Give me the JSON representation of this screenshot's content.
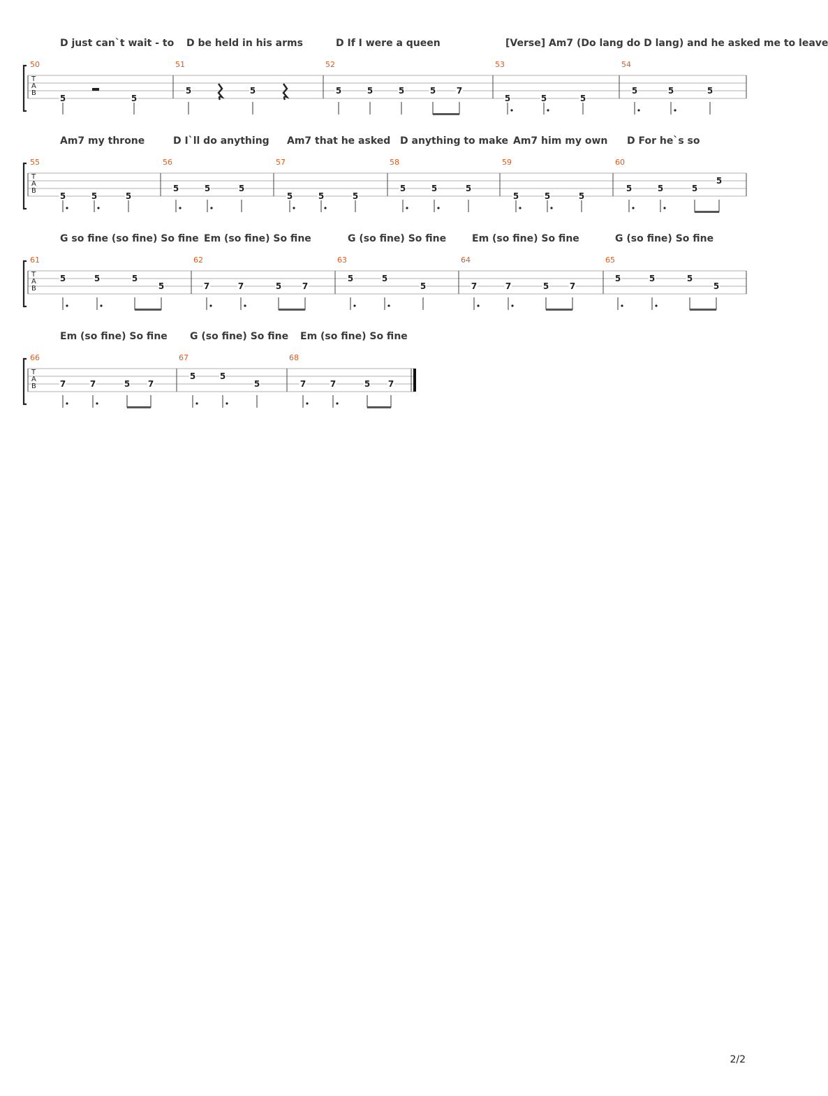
{
  "page": {
    "page_number": "2/2"
  },
  "systems": [
    {
      "lyrics": [
        "D just can`t wait - to",
        "D be held in his arms",
        "D If I were a queen",
        "[Verse] Am7 (Do  lang do D lang) and he asked me to leave"
      ],
      "measures": [
        {
          "number": "50",
          "notes": [
            {
              "fret": "5",
              "string": 3,
              "dot": false
            },
            {
              "rest": "half",
              "string": 2
            },
            {
              "fret": "5",
              "string": 3,
              "dot": false
            }
          ]
        },
        {
          "number": "51",
          "notes": [
            {
              "fret": "5",
              "string": 2,
              "dot": false
            },
            {
              "rest": "quarter",
              "string": 2
            },
            {
              "fret": "5",
              "string": 2,
              "dot": false
            },
            {
              "rest": "quarter",
              "string": 2
            }
          ]
        },
        {
          "number": "52",
          "notes": [
            {
              "fret": "5",
              "string": 2
            },
            {
              "fret": "5",
              "string": 2
            },
            {
              "fret": "5",
              "string": 2
            },
            {
              "fret": "5",
              "string": 2,
              "beam": "start"
            },
            {
              "fret": "7",
              "string": 2,
              "beam": "end"
            }
          ]
        },
        {
          "number": "53",
          "notes": [
            {
              "fret": "5",
              "string": 3,
              "dot": true
            },
            {
              "fret": "5",
              "string": 3,
              "dot": true
            },
            {
              "fret": "5",
              "string": 3
            }
          ]
        },
        {
          "number": "54",
          "notes": [
            {
              "fret": "5",
              "string": 2,
              "dot": true
            },
            {
              "fret": "5",
              "string": 2,
              "dot": true
            },
            {
              "fret": "5",
              "string": 2
            }
          ]
        }
      ]
    },
    {
      "lyrics": [
        "Am7 my throne",
        "D I`ll do anything",
        "Am7 that he asked",
        "D anything to make",
        "Am7 him my own",
        "D For he`s so"
      ],
      "measures": [
        {
          "number": "55",
          "notes": [
            {
              "fret": "5",
              "string": 3,
              "dot": true
            },
            {
              "fret": "5",
              "string": 3,
              "dot": true
            },
            {
              "fret": "5",
              "string": 3
            }
          ]
        },
        {
          "number": "56",
          "notes": [
            {
              "fret": "5",
              "string": 2,
              "dot": true
            },
            {
              "fret": "5",
              "string": 2,
              "dot": true
            },
            {
              "fret": "5",
              "string": 2
            }
          ]
        },
        {
          "number": "57",
          "notes": [
            {
              "fret": "5",
              "string": 3,
              "dot": true
            },
            {
              "fret": "5",
              "string": 3,
              "dot": true
            },
            {
              "fret": "5",
              "string": 3
            }
          ]
        },
        {
          "number": "58",
          "notes": [
            {
              "fret": "5",
              "string": 2,
              "dot": true
            },
            {
              "fret": "5",
              "string": 2,
              "dot": true
            },
            {
              "fret": "5",
              "string": 2
            }
          ]
        },
        {
          "number": "59",
          "notes": [
            {
              "fret": "5",
              "string": 3,
              "dot": true
            },
            {
              "fret": "5",
              "string": 3,
              "dot": true
            },
            {
              "fret": "5",
              "string": 3
            }
          ]
        },
        {
          "number": "60",
          "notes": [
            {
              "fret": "5",
              "string": 2,
              "dot": true
            },
            {
              "fret": "5",
              "string": 2,
              "dot": true
            },
            {
              "fret": "5",
              "string": 2,
              "beam": "start"
            },
            {
              "fret": "5",
              "string": 1,
              "beam": "end"
            }
          ]
        }
      ]
    },
    {
      "lyrics": [
        "G so fine (so fine) So fine",
        "Em (so fine) So fine",
        "G (so fine) So fine",
        "Em (so fine) So fine",
        "G (so fine) So fine"
      ],
      "measures": [
        {
          "number": "61",
          "notes": [
            {
              "fret": "5",
              "string": 1,
              "dot": true
            },
            {
              "fret": "5",
              "string": 1,
              "dot": true
            },
            {
              "fret": "5",
              "string": 1,
              "beam": "start"
            },
            {
              "fret": "5",
              "string": 2,
              "beam": "end"
            }
          ]
        },
        {
          "number": "62",
          "notes": [
            {
              "fret": "7",
              "string": 2,
              "dot": true
            },
            {
              "fret": "7",
              "string": 2,
              "dot": true
            },
            {
              "fret": "5",
              "string": 2,
              "beam": "start"
            },
            {
              "fret": "7",
              "string": 2,
              "beam": "end"
            }
          ]
        },
        {
          "number": "63",
          "notes": [
            {
              "fret": "5",
              "string": 1,
              "dot": true
            },
            {
              "fret": "5",
              "string": 1,
              "dot": true
            },
            {
              "fret": "5",
              "string": 2
            }
          ]
        },
        {
          "number": "64",
          "notes": [
            {
              "fret": "7",
              "string": 2,
              "dot": true
            },
            {
              "fret": "7",
              "string": 2,
              "dot": true
            },
            {
              "fret": "5",
              "string": 2,
              "beam": "start"
            },
            {
              "fret": "7",
              "string": 2,
              "beam": "end"
            }
          ]
        },
        {
          "number": "65",
          "notes": [
            {
              "fret": "5",
              "string": 1,
              "dot": true
            },
            {
              "fret": "5",
              "string": 1,
              "dot": true
            },
            {
              "fret": "5",
              "string": 1,
              "beam": "start"
            },
            {
              "fret": "5",
              "string": 2,
              "beam": "end"
            }
          ]
        }
      ]
    },
    {
      "lyrics": [
        "Em (so fine) So fine",
        "G (so fine) So fine",
        "Em (so fine) So fine"
      ],
      "final_barline": true,
      "measures": [
        {
          "number": "66",
          "notes": [
            {
              "fret": "7",
              "string": 2,
              "dot": true
            },
            {
              "fret": "7",
              "string": 2,
              "dot": true
            },
            {
              "fret": "5",
              "string": 2,
              "beam": "start"
            },
            {
              "fret": "7",
              "string": 2,
              "beam": "end"
            }
          ]
        },
        {
          "number": "67",
          "notes": [
            {
              "fret": "5",
              "string": 1,
              "dot": true
            },
            {
              "fret": "5",
              "string": 1,
              "dot": true
            },
            {
              "fret": "5",
              "string": 2
            }
          ]
        },
        {
          "number": "68",
          "notes": [
            {
              "fret": "7",
              "string": 2,
              "dot": true
            },
            {
              "fret": "7",
              "string": 2,
              "dot": true
            },
            {
              "fret": "5",
              "string": 2,
              "beam": "start"
            },
            {
              "fret": "7",
              "string": 2,
              "beam": "end"
            }
          ]
        }
      ]
    }
  ],
  "colors": {
    "measure_number": "#e05a1c",
    "staff_line": "#b0b0b0",
    "ink": "#222222",
    "lyric": "#3a3a3a"
  }
}
